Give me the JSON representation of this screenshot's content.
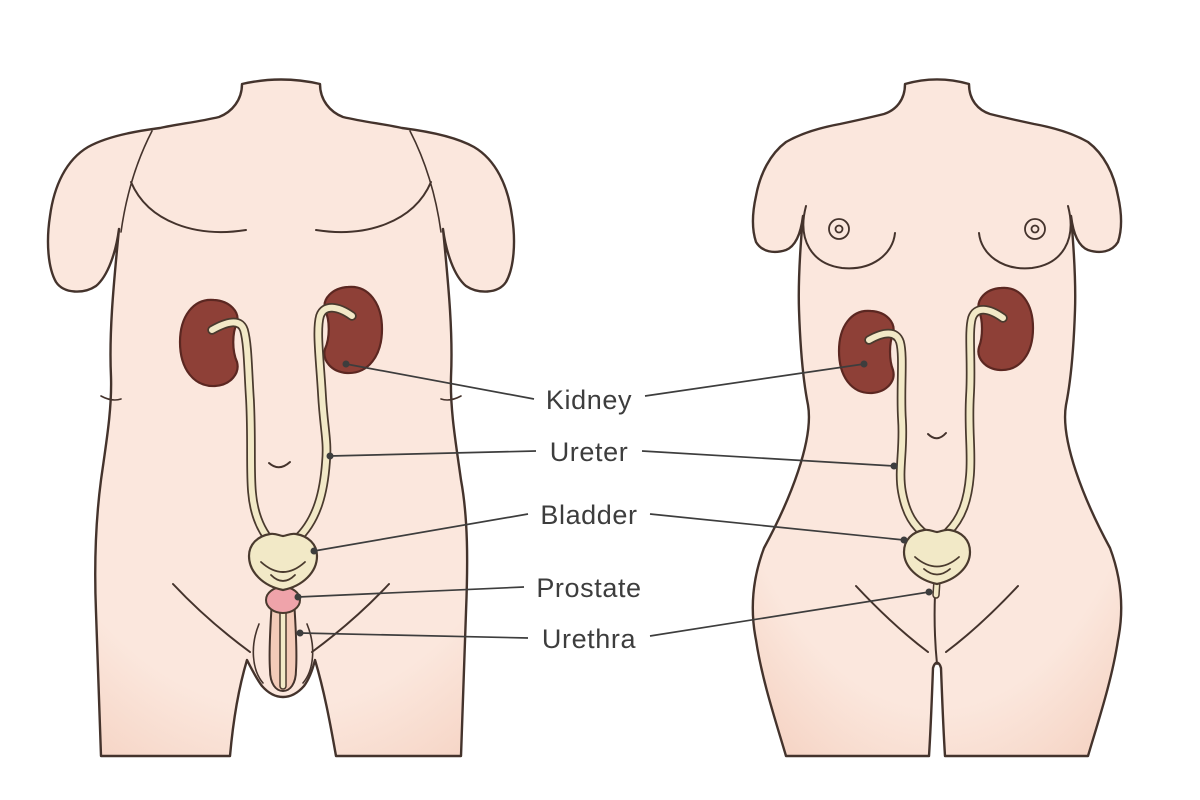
{
  "diagram": {
    "labels": {
      "kidney": "Kidney",
      "ureter": "Ureter",
      "bladder": "Bladder",
      "prostate": "Prostate",
      "urethra": "Urethra"
    },
    "figures": {
      "left": "male-torso-urinary-system",
      "right": "female-torso-urinary-system"
    },
    "colors": {
      "background": "#ffffff",
      "outline": "#44332c",
      "skin_light": "#fbe7dd",
      "skin_shade": "#f3cbb9",
      "kidney": "#8e4037",
      "kidney_outline": "#5b2721",
      "duct": "#f2e9c7",
      "duct_outline": "#4a3a2e",
      "prostate": "#efa3aa",
      "label_text": "#3d3d3d",
      "line": "#3d3d3d"
    }
  }
}
